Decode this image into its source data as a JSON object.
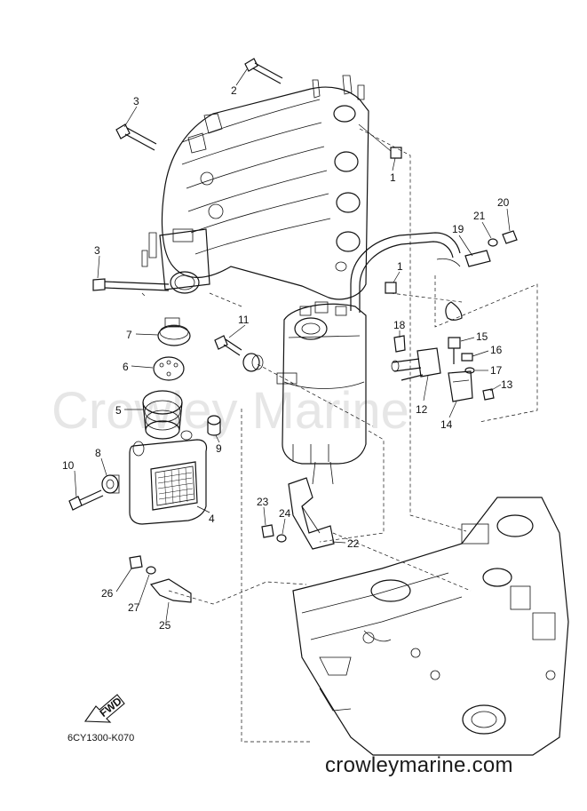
{
  "watermark": "Crowley Marine",
  "site": "crowleymarine.com",
  "diagram_code": "6CY1300-K070",
  "fwd_label": "FWD",
  "callouts": [
    {
      "id": "c2",
      "label": "2"
    },
    {
      "id": "c3a",
      "label": "3"
    },
    {
      "id": "c1a",
      "label": "1"
    },
    {
      "id": "c20",
      "label": "20"
    },
    {
      "id": "c21",
      "label": "21"
    },
    {
      "id": "c19",
      "label": "19"
    },
    {
      "id": "c3b",
      "label": "3"
    },
    {
      "id": "c1b",
      "label": "1"
    },
    {
      "id": "c11",
      "label": "11"
    },
    {
      "id": "c7",
      "label": "7"
    },
    {
      "id": "c18",
      "label": "18"
    },
    {
      "id": "c15",
      "label": "15"
    },
    {
      "id": "c16",
      "label": "16"
    },
    {
      "id": "c6",
      "label": "6"
    },
    {
      "id": "c17",
      "label": "17"
    },
    {
      "id": "c13",
      "label": "13"
    },
    {
      "id": "c5",
      "label": "5"
    },
    {
      "id": "c12",
      "label": "12"
    },
    {
      "id": "c14",
      "label": "14"
    },
    {
      "id": "c9",
      "label": "9"
    },
    {
      "id": "c8",
      "label": "8"
    },
    {
      "id": "c10",
      "label": "10"
    },
    {
      "id": "c4",
      "label": "4"
    },
    {
      "id": "c23",
      "label": "23"
    },
    {
      "id": "c24",
      "label": "24"
    },
    {
      "id": "c22",
      "label": "22"
    },
    {
      "id": "c26",
      "label": "26"
    },
    {
      "id": "c27",
      "label": "27"
    },
    {
      "id": "c25",
      "label": "25"
    }
  ]
}
